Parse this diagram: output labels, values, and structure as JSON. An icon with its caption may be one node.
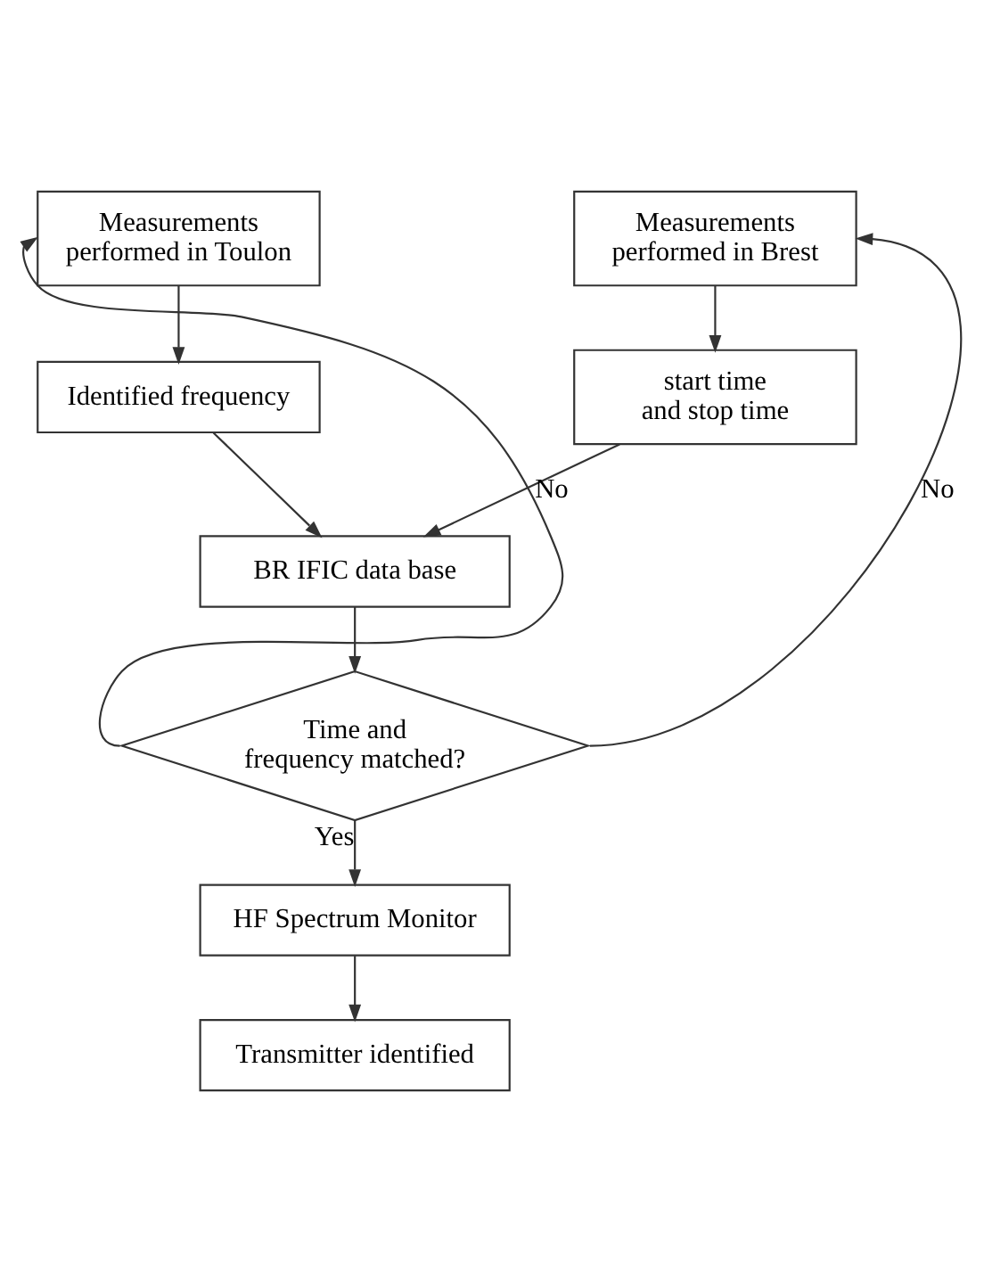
{
  "diagram": {
    "nodes": [
      {
        "text": [
          "Measurements performed in Toulon"
        ]
      },
      {
        "text": [
          "Measurements performed in Brest"
        ]
      },
      {
        "text": [
          "Identified frequency"
        ]
      },
      {
        "text": [
          "start time and stop time"
        ]
      },
      {
        "text": [
          "BR IFIC data base"
        ]
      },
      {
        "text": [
          "Time and frequency matched?"
        ]
      },
      {
        "text": [
          "HF Spectrum Monitor"
        ]
      },
      {
        "text": [
          "Transmitter identified"
        ]
      }
    ],
    "edges": [
      {
        "from": 0,
        "to": 2,
        "arrow": "to"
      },
      {
        "from": 1,
        "to": 3,
        "arrow": "to"
      },
      {
        "from": 2,
        "to": 4,
        "arrow": "to"
      },
      {
        "from": 3,
        "to": 4,
        "arrow": "to"
      },
      {
        "from": 4,
        "to": 5,
        "arrow": "to"
      },
      {
        "from": 5,
        "to": 0,
        "label": "No",
        "arrow": "to"
      },
      {
        "from": 5,
        "to": 1,
        "label": "No",
        "arrow": "to"
      },
      {
        "from": 5,
        "to": 6,
        "label": "Yes",
        "arrow": "to"
      },
      {
        "from": 6,
        "to": 7,
        "arrow": "to"
      }
    ]
  }
}
